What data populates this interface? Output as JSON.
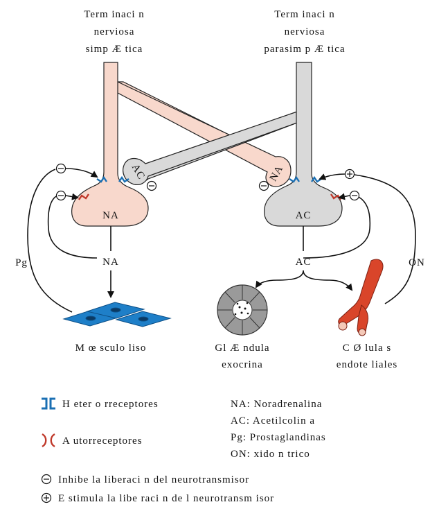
{
  "titles": {
    "sympathetic": [
      "Term inaci n",
      "nerviosa",
      "simp Æ tica"
    ],
    "parasympathetic": [
      "Term inaci n",
      "nerviosa",
      "parasim p Æ tica"
    ]
  },
  "terminals": {
    "left_label": "NA",
    "right_label": "AC",
    "crossing_left_bulb": "AC",
    "crossing_right_bulb": "NA"
  },
  "pathways": {
    "left_release": "NA",
    "right_release": "AC",
    "prostaglandin_label": "Pg",
    "nitric_oxide_label": "ON"
  },
  "targets": {
    "smooth_muscle": "M œ sculo liso",
    "gland": [
      "Gl Æ ndula",
      "exocrina"
    ],
    "endothelial": [
      "C Ø lula s",
      "endote liales"
    ]
  },
  "legend": {
    "hetero": "H eter o rreceptores",
    "auto": "A utorreceptores",
    "abbrev": [
      "NA: Noradrenalina",
      "AC: Acetilcolin a",
      "Pg: Prostaglandinas",
      "ON:    xido n trico"
    ],
    "inhibit": "Inhibe la liberaci  n del neurotransmisor",
    "stimulate": "E stimula la libe raci  n de l neurotransm isor"
  },
  "colors": {
    "sympathetic_fill": "#f8d8cc",
    "parasympathetic_fill": "#d9d9d9",
    "heteroreceptor": "#1a6fb3",
    "autoreceptor": "#c0392b",
    "muscle_cell": "#1e7fc8",
    "vessel": "#d9452a",
    "gland": "#9a9a9a"
  },
  "icons": [
    "minus-circle-icon",
    "plus-circle-icon",
    "heteroreceptor-icon",
    "autoreceptor-icon"
  ]
}
